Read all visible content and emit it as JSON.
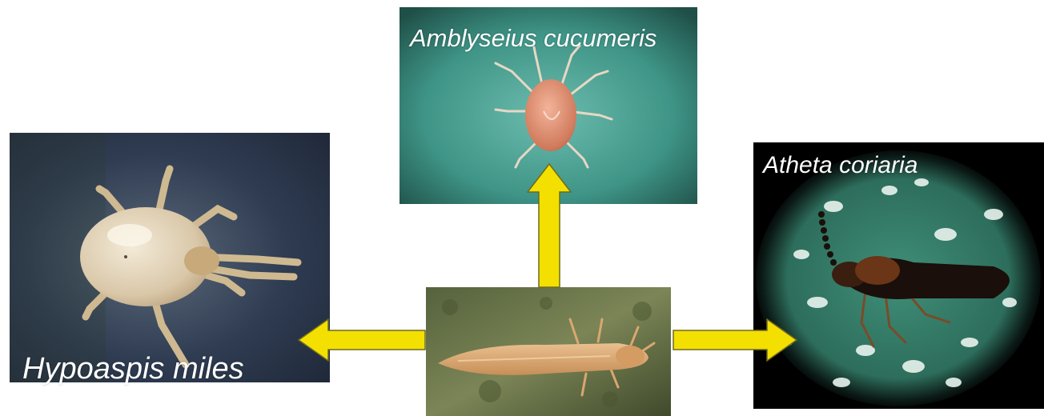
{
  "captions": {
    "left": "Hypoaspis miles",
    "top": "Amblyseius cucumeris",
    "right": "Atheta coriaria"
  },
  "colors": {
    "arrow_fill": "#f3e000",
    "arrow_stroke": "#6f6a20",
    "caption_text": "#ffffff"
  }
}
